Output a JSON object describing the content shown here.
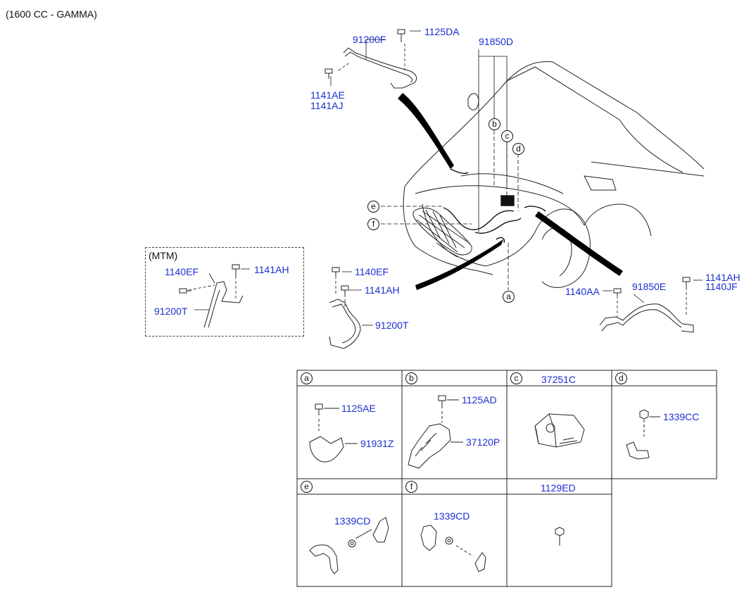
{
  "title": "(1600 CC - GAMMA)",
  "main_labels": {
    "l91200F": "91200F",
    "l1125DA": "1125DA",
    "l1141AE": "1141AE",
    "l1141AJ": "1141AJ",
    "l91850D": "91850D",
    "l1140EF": "1140EF",
    "l1141AH": "1141AH",
    "l91200T": "91200T",
    "l1140AA": "1140AA",
    "l91850E": "91850E",
    "l1141AH_r": "1141AH",
    "l1140JF": "1140JF"
  },
  "callouts": [
    "a",
    "b",
    "c",
    "d",
    "e",
    "f"
  ],
  "mtm": {
    "title": "(MTM)",
    "l1140EF": "1140EF",
    "l1141AH": "1141AH",
    "l91200T": "91200T"
  },
  "table": {
    "cells": [
      {
        "letter": "a",
        "header_part": "",
        "parts": [
          "1125AE",
          "91931Z"
        ]
      },
      {
        "letter": "b",
        "header_part": "",
        "parts": [
          "1125AD",
          "37120P"
        ]
      },
      {
        "letter": "c",
        "header_part": "37251C",
        "parts": []
      },
      {
        "letter": "d",
        "header_part": "",
        "parts": [
          "1339CC"
        ]
      },
      {
        "letter": "e",
        "header_part": "",
        "parts": [
          "1339CD"
        ]
      },
      {
        "letter": "f",
        "header_part": "",
        "parts": [
          "1339CD"
        ]
      },
      {
        "letter": "",
        "header_part": "1129ED",
        "parts": []
      }
    ]
  },
  "colors": {
    "label": "#1a2fd0",
    "line": "#111111"
  }
}
